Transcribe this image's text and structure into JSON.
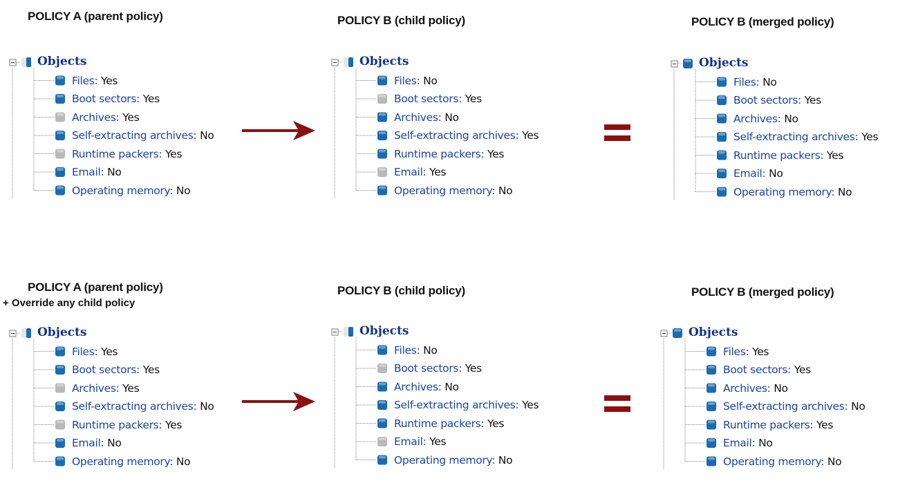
{
  "colors": {
    "icon_on": "#1b6bb0",
    "icon_off": "#b9b9b9",
    "item_name": "#1a43a8",
    "root_label": "#13338a",
    "arrow": "#8b1010",
    "equals": "#8b1010"
  },
  "icons": {
    "expand": "collapse-box-icon",
    "root": "half-filled-square-icon",
    "item": "rounded-square-icon",
    "arrow": "right-arrow-icon",
    "equals": "equals-sign-icon"
  },
  "rows": [
    {
      "a": {
        "title": "POLICY A (parent policy)",
        "root": {
          "label": "Objects",
          "icon": "half"
        },
        "items": [
          {
            "name": "Files:",
            "value": "Yes",
            "icon": "on"
          },
          {
            "name": "Boot sectors:",
            "value": "Yes",
            "icon": "on"
          },
          {
            "name": "Archives:",
            "value": "Yes",
            "icon": "off"
          },
          {
            "name": "Self-extracting archives:",
            "value": "No",
            "icon": "on"
          },
          {
            "name": "Runtime packers:",
            "value": "Yes",
            "icon": "off"
          },
          {
            "name": "Email:",
            "value": "No",
            "icon": "on"
          },
          {
            "name": "Operating memory:",
            "value": "No",
            "icon": "on"
          }
        ]
      },
      "b": {
        "title": "POLICY B (child policy)",
        "root": {
          "label": "Objects",
          "icon": "half"
        },
        "items": [
          {
            "name": "Files:",
            "value": "No",
            "icon": "on"
          },
          {
            "name": "Boot sectors:",
            "value": "Yes",
            "icon": "off"
          },
          {
            "name": "Archives:",
            "value": "No",
            "icon": "on"
          },
          {
            "name": "Self-extracting archives:",
            "value": "Yes",
            "icon": "on"
          },
          {
            "name": "Runtime packers:",
            "value": "Yes",
            "icon": "on"
          },
          {
            "name": "Email:",
            "value": "Yes",
            "icon": "off"
          },
          {
            "name": "Operating memory:",
            "value": "No",
            "icon": "on"
          }
        ]
      },
      "c": {
        "title": "POLICY B (merged policy)",
        "root": {
          "label": "Objects",
          "icon": "on"
        },
        "items": [
          {
            "name": "Files:",
            "value": "No",
            "icon": "on"
          },
          {
            "name": "Boot sectors:",
            "value": "Yes",
            "icon": "on"
          },
          {
            "name": "Archives:",
            "value": "No",
            "icon": "on"
          },
          {
            "name": "Self-extracting archives:",
            "value": "Yes",
            "icon": "on"
          },
          {
            "name": "Runtime packers:",
            "value": "Yes",
            "icon": "on"
          },
          {
            "name": "Email:",
            "value": "No",
            "icon": "on"
          },
          {
            "name": "Operating memory:",
            "value": "No",
            "icon": "on"
          }
        ]
      }
    },
    {
      "a": {
        "title": "POLICY A (parent policy)",
        "subtitle": "+ Override any child policy",
        "root": {
          "label": "Objects",
          "icon": "half"
        },
        "items": [
          {
            "name": "Files:",
            "value": "Yes",
            "icon": "on"
          },
          {
            "name": "Boot sectors:",
            "value": "Yes",
            "icon": "on"
          },
          {
            "name": "Archives:",
            "value": "Yes",
            "icon": "off"
          },
          {
            "name": "Self-extracting archives:",
            "value": "No",
            "icon": "on"
          },
          {
            "name": "Runtime packers:",
            "value": "Yes",
            "icon": "off"
          },
          {
            "name": "Email:",
            "value": "No",
            "icon": "on"
          },
          {
            "name": "Operating memory:",
            "value": "No",
            "icon": "on"
          }
        ]
      },
      "b": {
        "title": "POLICY B (child policy)",
        "root": {
          "label": "Objects",
          "icon": "half"
        },
        "items": [
          {
            "name": "Files:",
            "value": "No",
            "icon": "on"
          },
          {
            "name": "Boot sectors:",
            "value": "Yes",
            "icon": "off"
          },
          {
            "name": "Archives:",
            "value": "No",
            "icon": "on"
          },
          {
            "name": "Self-extracting archives:",
            "value": "Yes",
            "icon": "on"
          },
          {
            "name": "Runtime packers:",
            "value": "Yes",
            "icon": "on"
          },
          {
            "name": "Email:",
            "value": "Yes",
            "icon": "off"
          },
          {
            "name": "Operating memory:",
            "value": "No",
            "icon": "on"
          }
        ]
      },
      "c": {
        "title": "POLICY B (merged policy)",
        "root": {
          "label": "Objects",
          "icon": "on"
        },
        "items": [
          {
            "name": "Files:",
            "value": "Yes",
            "icon": "on"
          },
          {
            "name": "Boot sectors:",
            "value": "Yes",
            "icon": "on"
          },
          {
            "name": "Archives:",
            "value": "No",
            "icon": "on"
          },
          {
            "name": "Self-extracting archives:",
            "value": "No",
            "icon": "on"
          },
          {
            "name": "Runtime packers:",
            "value": "Yes",
            "icon": "on"
          },
          {
            "name": "Email:",
            "value": "No",
            "icon": "on"
          },
          {
            "name": "Operating memory:",
            "value": "No",
            "icon": "on"
          }
        ]
      }
    }
  ]
}
